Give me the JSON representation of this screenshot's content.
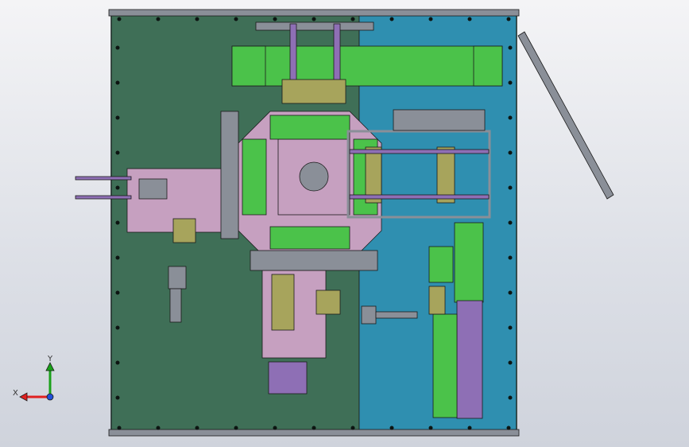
{
  "viewport": {
    "background": "gradient-light-grey"
  },
  "colors": {
    "plate_green": "#3f6f57",
    "plate_blue": "#2f8fb0",
    "frame_edge": "#1c2a26",
    "conveyor_green": "#4bc24a",
    "purple": "#8e6fb5",
    "mauve": "#c6a0c0",
    "olive": "#a7a45c",
    "grey": "#8a8f98",
    "axis_red": "#e02020",
    "axis_green": "#1aa11a",
    "axis_blue": "#2050d8"
  },
  "triad": {
    "y_label": "Y",
    "x_label": "X"
  },
  "icons": {
    "orientation": "coordinate-triad-icon",
    "arm": "tilted-arm-icon"
  }
}
